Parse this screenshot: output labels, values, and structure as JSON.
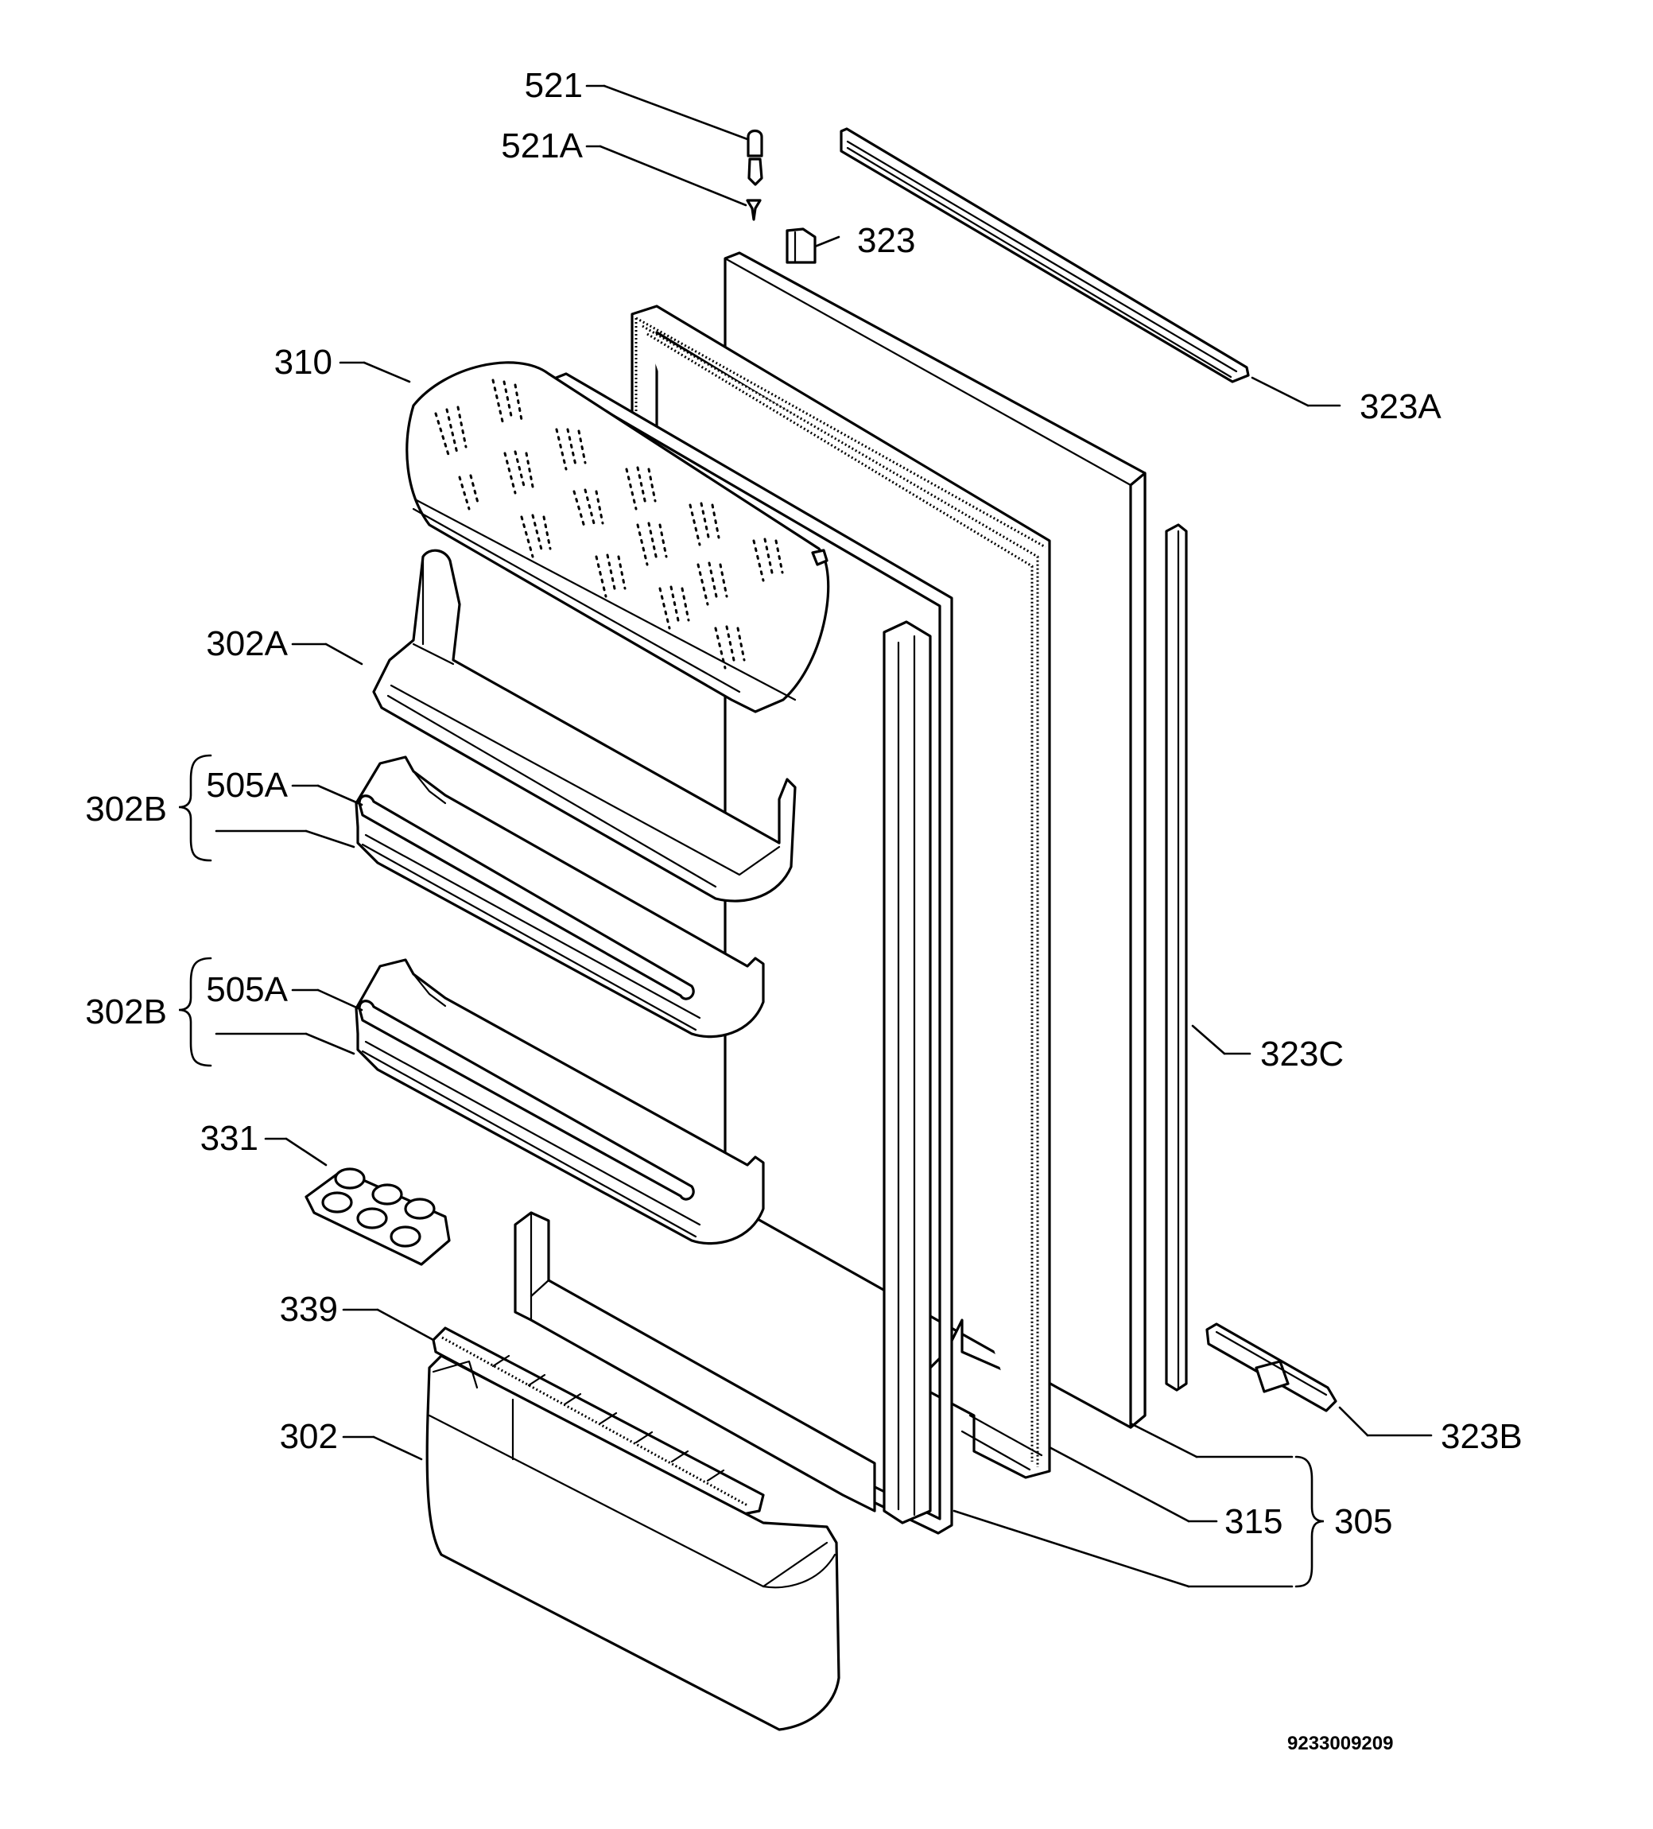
{
  "drawing_code": "9233009209",
  "callouts": {
    "c521": "521",
    "c521A": "521A",
    "c323": "323",
    "c323A": "323A",
    "c310": "310",
    "c302A": "302A",
    "c505A_1": "505A",
    "c302B_1": "302B",
    "c505A_2": "505A",
    "c302B_2": "302B",
    "c323C": "323C",
    "c331": "331",
    "c339": "339",
    "c323B": "323B",
    "c302": "302",
    "c315": "315",
    "c305": "305"
  }
}
